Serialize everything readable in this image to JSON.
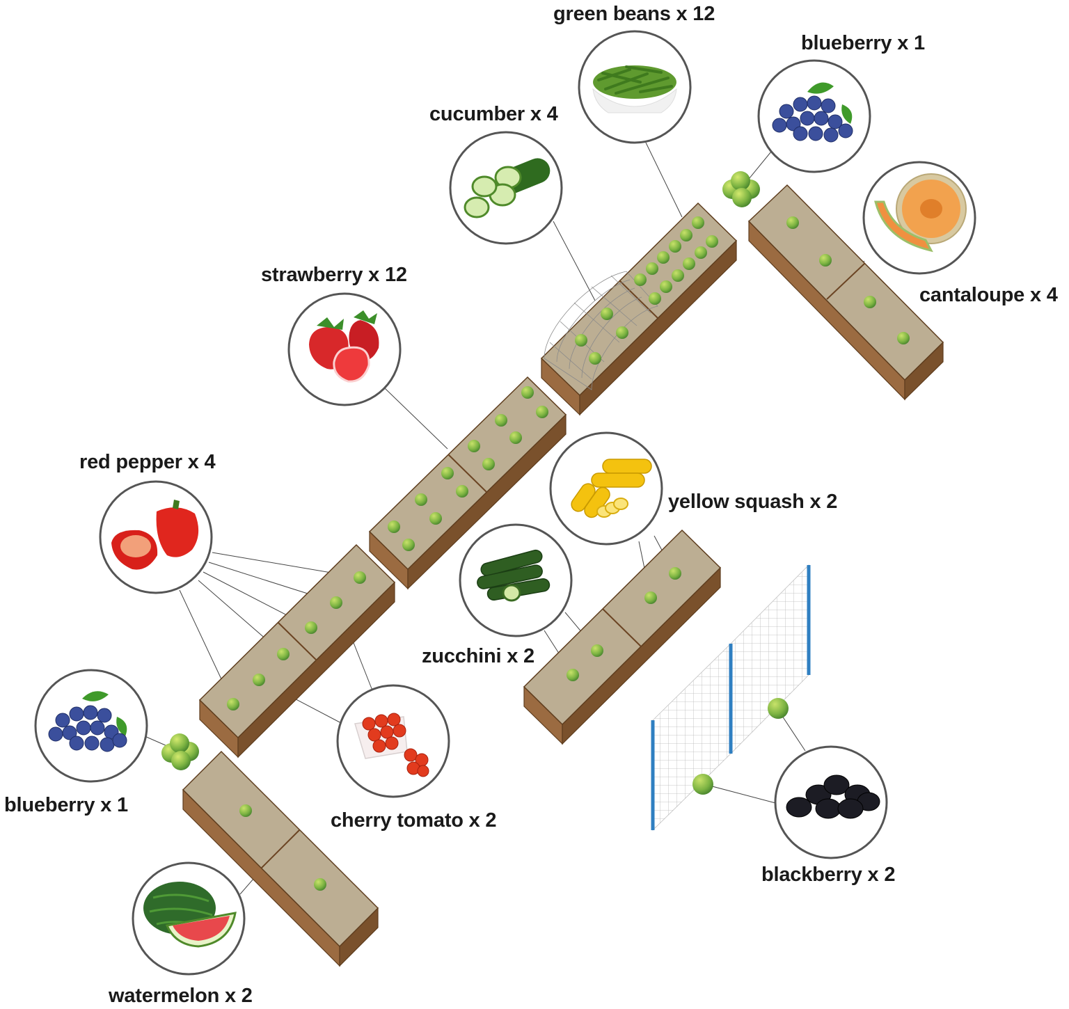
{
  "labels": {
    "green_beans": "green beans x 12",
    "blueberry_top": "blueberry x 1",
    "cucumber": "cucumber x 4",
    "cantaloupe": "cantaloupe x 4",
    "strawberry": "strawberry x 12",
    "red_pepper": "red pepper x 4",
    "yellow_squash": "yellow squash x 2",
    "zucchini": "zucchini x 2",
    "blueberry_bottom": "blueberry x 1",
    "cherry_tomato": "cherry tomato x 2",
    "blackberry": "blackberry x 2",
    "watermelon": "watermelon x 2"
  },
  "icons": {
    "green_beans": "green-beans-icon",
    "blueberry": "blueberry-icon",
    "cucumber": "cucumber-icon",
    "cantaloupe": "cantaloupe-icon",
    "strawberry": "strawberry-icon",
    "red_pepper": "red-pepper-icon",
    "yellow_squash": "yellow-squash-icon",
    "zucchini": "zucchini-icon",
    "cherry_tomato": "cherry-tomato-icon",
    "blackberry": "blackberry-icon",
    "watermelon": "watermelon-icon"
  },
  "colors": {
    "bed_top": "#bcae93",
    "bed_wood": "#8a5a33",
    "plant": "#7cb342",
    "trellis_post": "#2f7fc1"
  }
}
